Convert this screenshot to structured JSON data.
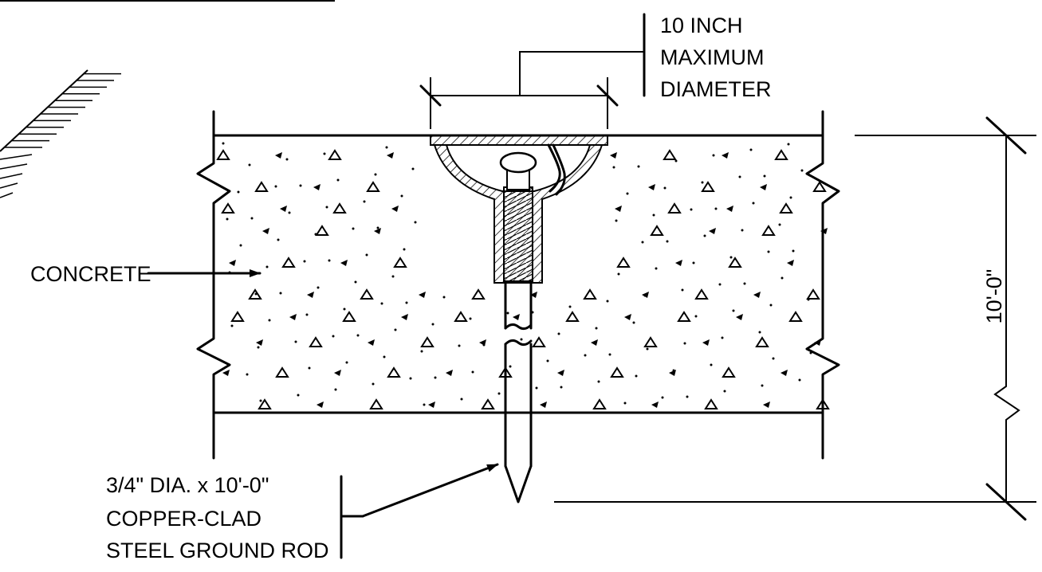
{
  "labels": {
    "diameter_line1": "10 INCH",
    "diameter_line2": "MAXIMUM",
    "diameter_line3": "DIAMETER",
    "concrete": "CONCRETE",
    "rod_line1": "3/4\" DIA. x 10'-0\"",
    "rod_line2": "COPPER-CLAD",
    "rod_line3": "STEEL GROUND ROD",
    "depth_dimension": "10'-0\""
  },
  "colors": {
    "ink": "#000000",
    "background": "#ffffff"
  }
}
